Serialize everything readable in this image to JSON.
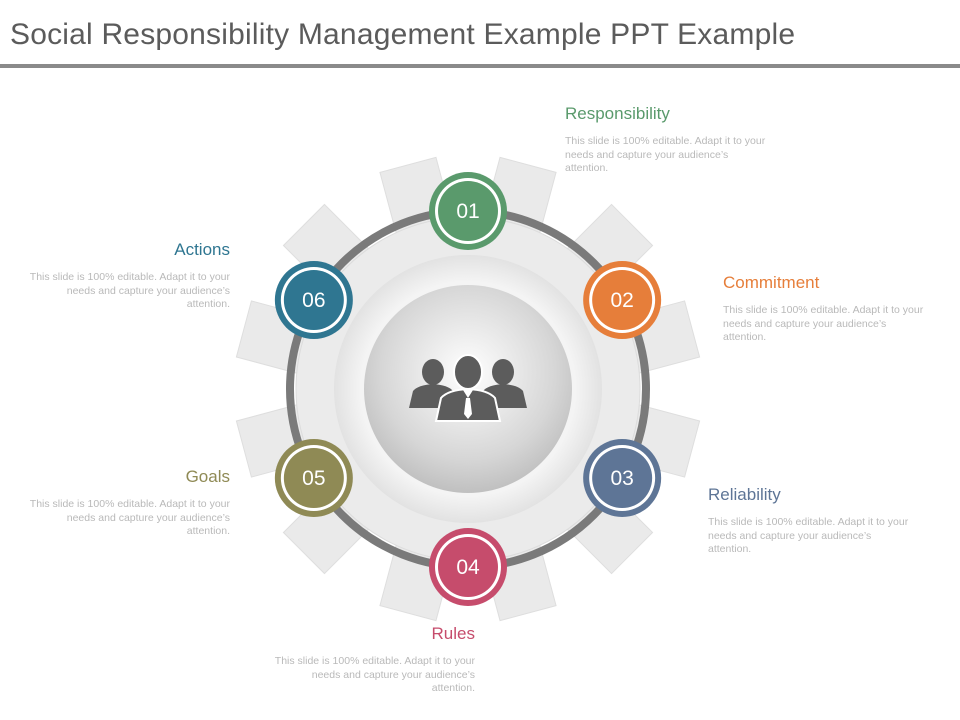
{
  "title": "Social Responsibility Management Example PPT Example",
  "steps": [
    {
      "number": "01",
      "label": "Responsibility",
      "desc": "This slide is 100% editable. Adapt it to your needs and capture your audience’s attention.",
      "color": "#5a9a6c"
    },
    {
      "number": "02",
      "label": "Commitment",
      "desc": "This slide is 100% editable. Adapt it to your needs and capture your audience’s attention.",
      "color": "#e67e3a"
    },
    {
      "number": "03",
      "label": "Reliability",
      "desc": "This slide is 100% editable. Adapt it to your needs and capture your audience’s attention.",
      "color": "#5e7596"
    },
    {
      "number": "04",
      "label": "Rules",
      "desc": "This slide is 100% editable. Adapt it to your needs and capture your audience’s attention.",
      "color": "#c64c6c"
    },
    {
      "number": "05",
      "label": "Goals",
      "desc": "This slide is 100% editable. Adapt it to your needs and capture your audience’s attention.",
      "color": "#8f8a55"
    },
    {
      "number": "06",
      "label": "Actions",
      "desc": "This slide is 100% editable. Adapt it to your needs and capture your audience’s attention.",
      "color": "#2f7691"
    }
  ],
  "center_icon": "business-team-icon",
  "colors": {
    "gear": "#eaeaea",
    "ring": "#7a7a7a",
    "hub": "#c9c9c9"
  }
}
